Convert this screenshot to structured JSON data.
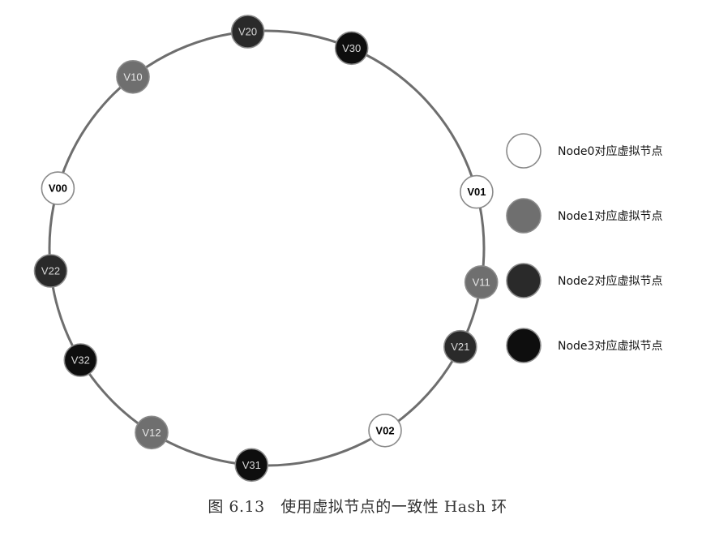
{
  "ring": {
    "nodes": [
      {
        "id": "v00",
        "label": "V00",
        "group": 0,
        "angle_deg": 196
      },
      {
        "id": "v10",
        "label": "V10",
        "group": 1,
        "angle_deg": 232
      },
      {
        "id": "v20",
        "label": "V20",
        "group": 2,
        "angle_deg": 265
      },
      {
        "id": "v30",
        "label": "V30",
        "group": 3,
        "angle_deg": 293
      },
      {
        "id": "v01",
        "label": "V01",
        "group": 0,
        "angle_deg": 345
      },
      {
        "id": "v11",
        "label": "V11",
        "group": 1,
        "angle_deg": 9
      },
      {
        "id": "v21",
        "label": "V21",
        "group": 2,
        "angle_deg": 27
      },
      {
        "id": "v02",
        "label": "V02",
        "group": 0,
        "angle_deg": 57
      },
      {
        "id": "v31",
        "label": "V31",
        "group": 3,
        "angle_deg": 94
      },
      {
        "id": "v12",
        "label": "V12",
        "group": 1,
        "angle_deg": 122
      },
      {
        "id": "v32",
        "label": "V32",
        "group": 3,
        "angle_deg": 149
      },
      {
        "id": "v22",
        "label": "V22",
        "group": 2,
        "angle_deg": 174
      }
    ]
  },
  "groups": [
    {
      "label": "Node0对应虚拟节点",
      "fill": "#ffffff",
      "text_color": "#000000"
    },
    {
      "label": "Node1对应虚拟节点",
      "fill": "#6f6f6f",
      "text_color": "#e6e6e6"
    },
    {
      "label": "Node2对应虚拟节点",
      "fill": "#2a2a2a",
      "text_color": "#d8d8d8"
    },
    {
      "label": "Node3对应虚拟节点",
      "fill": "#0e0e0e",
      "text_color": "#d8d8d8"
    }
  ],
  "caption": "图 6.13　使用虚拟节点的一致性 Hash 环"
}
